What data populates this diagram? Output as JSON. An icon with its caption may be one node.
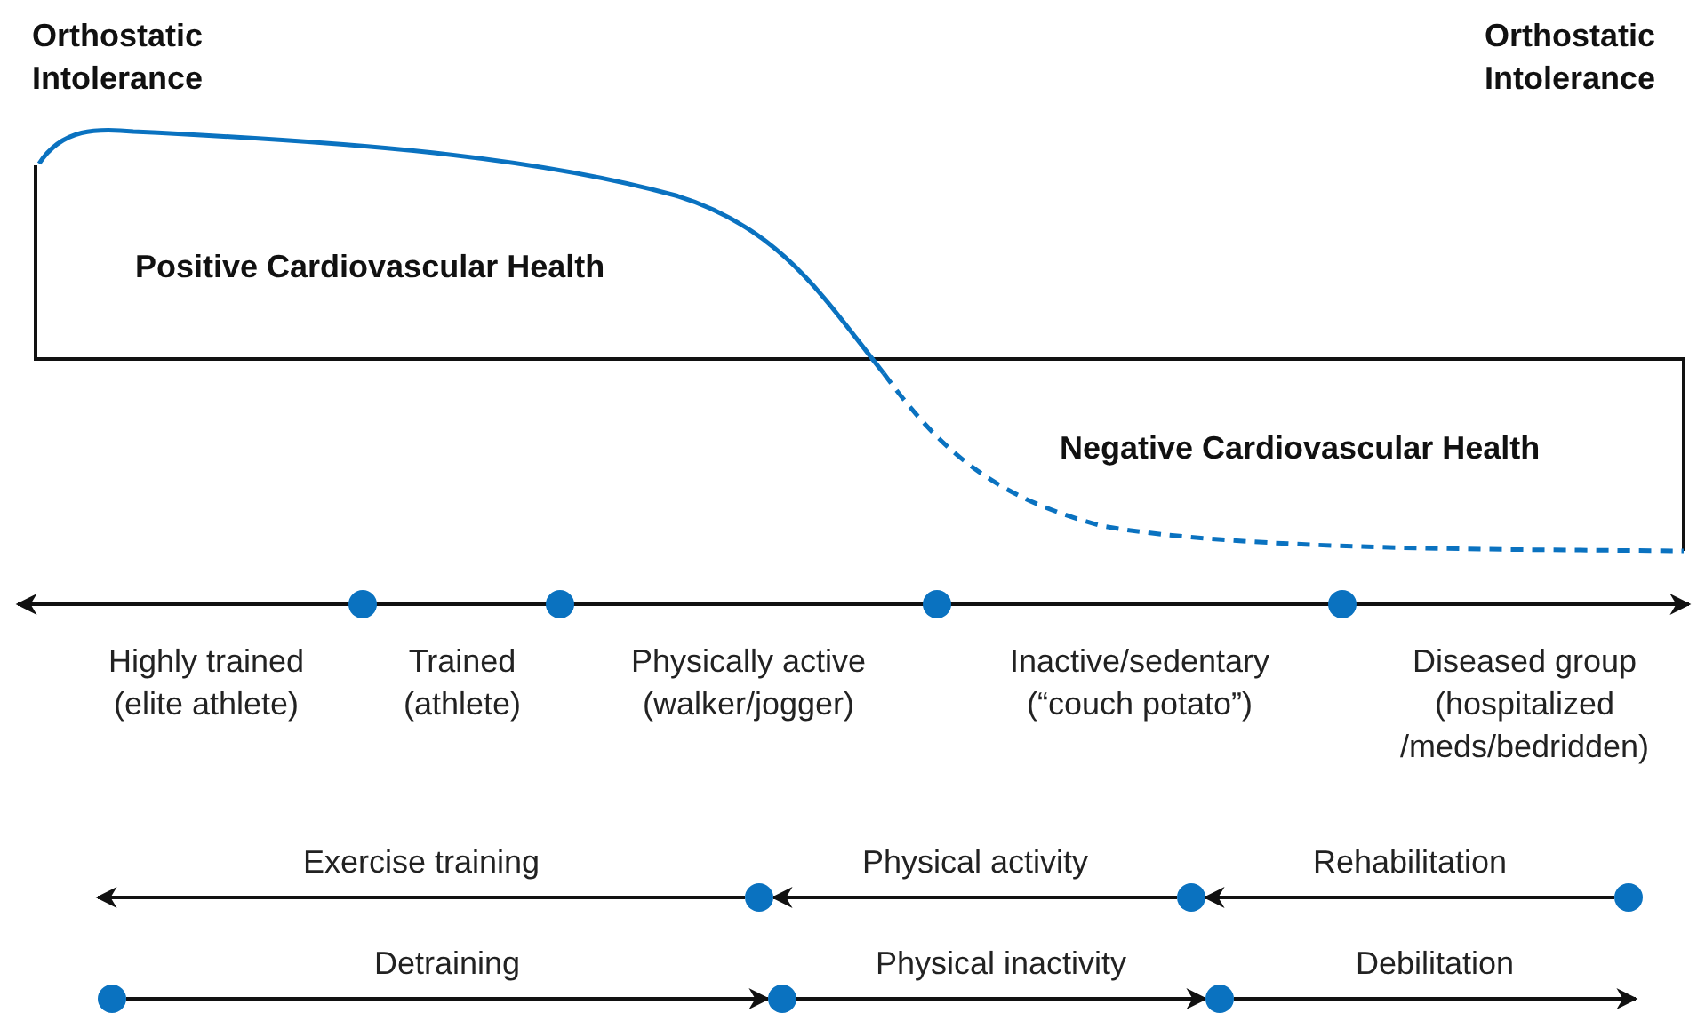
{
  "diagram": {
    "nodes": [
      {
        "text": [],
        "shape": "circle"
      },
      {
        "text": [],
        "shape": "circle"
      },
      {
        "text": [],
        "shape": "circle"
      },
      {
        "text": [],
        "shape": "circle"
      },
      {
        "text": [],
        "shape": "circle"
      },
      {
        "text": [],
        "shape": "circle"
      },
      {
        "text": [],
        "shape": "circle"
      },
      {
        "text": [],
        "shape": "circle"
      },
      {
        "text": [],
        "shape": "circle"
      },
      {
        "text": [],
        "shape": "circle"
      }
    ],
    "edges": [
      {
        "from": 4,
        "to": null,
        "arrow": "to",
        "label": "Exercise training"
      },
      {
        "from": 5,
        "to": 4,
        "arrow": "to",
        "label": "Physical activity"
      },
      {
        "from": 6,
        "to": 5,
        "arrow": "to",
        "label": "Rehabilitation"
      },
      {
        "from": 7,
        "to": 8,
        "arrow": "to",
        "label": "Detraining"
      },
      {
        "from": 8,
        "to": 9,
        "arrow": "to",
        "label": "Physical inactivity"
      },
      {
        "from": 9,
        "to": null,
        "arrow": "to",
        "label": "Debilitation"
      }
    ],
    "labels": [
      "Orthostatic Intolerance",
      "Orthostatic Intolerance",
      "Positive Cardiovascular Health",
      "Negative Cardiovascular Health",
      "Highly trained (elite athlete)",
      "Trained (athlete)",
      "Physically active (walker/jogger)",
      "Inactive/sedentary (“couch potato”)",
      "Diseased group (hospitalized /meds/bedridden)"
    ]
  }
}
